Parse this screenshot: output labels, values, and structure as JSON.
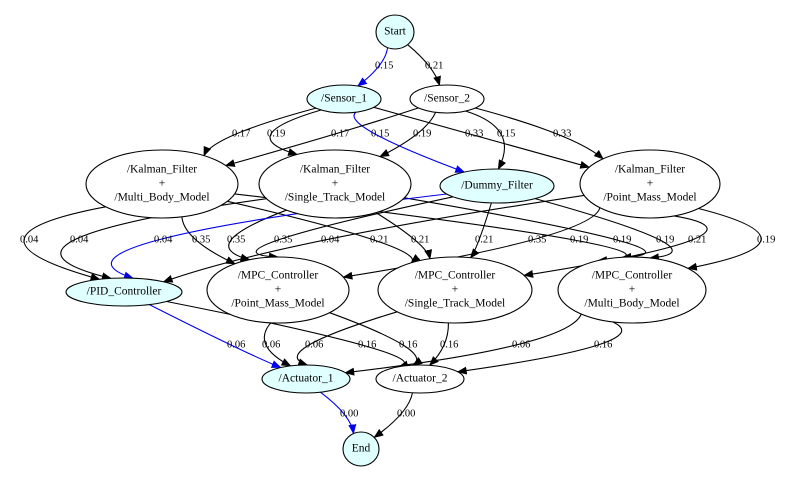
{
  "colors": {
    "highlight_edge": "#0000ee",
    "default_edge": "#000000",
    "highlight_fill": "#e0ffff",
    "default_fill": "#ffffff",
    "stroke": "#000000"
  },
  "nodes": [
    {
      "id": "start",
      "lines": [
        "Start"
      ],
      "highlight": true
    },
    {
      "id": "sensor_1",
      "lines": [
        "/Sensor_1"
      ],
      "highlight": true
    },
    {
      "id": "sensor_2",
      "lines": [
        "/Sensor_2"
      ],
      "highlight": false
    },
    {
      "id": "kf_mb",
      "lines": [
        "/Kalman_Filter",
        "+",
        "/Multi_Body_Model"
      ],
      "highlight": false
    },
    {
      "id": "kf_st",
      "lines": [
        "/Kalman_Filter",
        "+",
        "/Single_Track_Model"
      ],
      "highlight": false
    },
    {
      "id": "dummy",
      "lines": [
        "/Dummy_Filter"
      ],
      "highlight": true
    },
    {
      "id": "kf_pm",
      "lines": [
        "/Kalman_Filter",
        "+",
        "/Point_Mass_Model"
      ],
      "highlight": false
    },
    {
      "id": "pid",
      "lines": [
        "/PID_Controller"
      ],
      "highlight": true
    },
    {
      "id": "mpc_pm",
      "lines": [
        "/MPC_Controller",
        "+",
        "/Point_Mass_Model"
      ],
      "highlight": false
    },
    {
      "id": "mpc_st",
      "lines": [
        "/MPC_Controller",
        "+",
        "/Single_Track_Model"
      ],
      "highlight": false
    },
    {
      "id": "mpc_mb",
      "lines": [
        "/MPC_Controller",
        "+",
        "/Multi_Body_Model"
      ],
      "highlight": false
    },
    {
      "id": "act_1",
      "lines": [
        "/Actuator_1"
      ],
      "highlight": true
    },
    {
      "id": "act_2",
      "lines": [
        "/Actuator_2"
      ],
      "highlight": false
    },
    {
      "id": "end",
      "lines": [
        "End"
      ],
      "highlight": true
    }
  ],
  "edges": [
    {
      "from": "start",
      "to": "sensor_1",
      "label": "0.15",
      "highlight": true
    },
    {
      "from": "start",
      "to": "sensor_2",
      "label": "0.21",
      "highlight": false
    },
    {
      "from": "sensor_1",
      "to": "kf_mb",
      "label": "0.17",
      "highlight": false
    },
    {
      "from": "sensor_1",
      "to": "kf_st",
      "label": "0.19",
      "highlight": false
    },
    {
      "from": "sensor_1",
      "to": "dummy",
      "label": "0.15",
      "highlight": true
    },
    {
      "from": "sensor_1",
      "to": "kf_pm",
      "label": "0.33",
      "highlight": false
    },
    {
      "from": "sensor_2",
      "to": "kf_mb",
      "label": "0.17",
      "highlight": false
    },
    {
      "from": "sensor_2",
      "to": "kf_st",
      "label": "0.19",
      "highlight": false
    },
    {
      "from": "sensor_2",
      "to": "dummy",
      "label": "0.15",
      "highlight": false
    },
    {
      "from": "sensor_2",
      "to": "kf_pm",
      "label": "0.33",
      "highlight": false
    },
    {
      "from": "kf_mb",
      "to": "pid",
      "label": "0.04",
      "highlight": false
    },
    {
      "from": "kf_mb",
      "to": "mpc_pm",
      "label": "0.35",
      "highlight": false
    },
    {
      "from": "kf_mb",
      "to": "mpc_st",
      "label": "0.21",
      "highlight": false
    },
    {
      "from": "kf_mb",
      "to": "mpc_mb",
      "label": "0.19",
      "highlight": false
    },
    {
      "from": "kf_st",
      "to": "pid",
      "label": "0.04",
      "highlight": false
    },
    {
      "from": "kf_st",
      "to": "mpc_pm",
      "label": "0.35",
      "highlight": false
    },
    {
      "from": "kf_st",
      "to": "mpc_st",
      "label": "0.21",
      "highlight": false
    },
    {
      "from": "kf_st",
      "to": "mpc_mb",
      "label": "0.19",
      "highlight": false
    },
    {
      "from": "dummy",
      "to": "pid",
      "label": "0.04",
      "highlight": true
    },
    {
      "from": "dummy",
      "to": "mpc_pm",
      "label": "0.35",
      "highlight": false
    },
    {
      "from": "dummy",
      "to": "mpc_st",
      "label": "0.21",
      "highlight": false
    },
    {
      "from": "dummy",
      "to": "mpc_mb",
      "label": "0.19",
      "highlight": false
    },
    {
      "from": "kf_pm",
      "to": "pid",
      "label": "0.04",
      "highlight": false
    },
    {
      "from": "kf_pm",
      "to": "mpc_pm",
      "label": "0.35",
      "highlight": false
    },
    {
      "from": "kf_pm",
      "to": "mpc_st",
      "label": "0.21",
      "highlight": false
    },
    {
      "from": "kf_pm",
      "to": "mpc_mb",
      "label": "0.19",
      "highlight": false
    },
    {
      "from": "pid",
      "to": "act_1",
      "label": "0.06",
      "highlight": true
    },
    {
      "from": "pid",
      "to": "act_2",
      "label": "0.16",
      "highlight": false
    },
    {
      "from": "mpc_pm",
      "to": "act_1",
      "label": "0.06",
      "highlight": false
    },
    {
      "from": "mpc_pm",
      "to": "act_2",
      "label": "0.16",
      "highlight": false
    },
    {
      "from": "mpc_st",
      "to": "act_1",
      "label": "0.06",
      "highlight": false
    },
    {
      "from": "mpc_st",
      "to": "act_2",
      "label": "0.16",
      "highlight": false
    },
    {
      "from": "mpc_mb",
      "to": "act_1",
      "label": "0.06",
      "highlight": false
    },
    {
      "from": "mpc_mb",
      "to": "act_2",
      "label": "0.16",
      "highlight": false
    },
    {
      "from": "act_1",
      "to": "end",
      "label": "0.00",
      "highlight": true
    },
    {
      "from": "act_2",
      "to": "end",
      "label": "0.00",
      "highlight": false
    }
  ]
}
